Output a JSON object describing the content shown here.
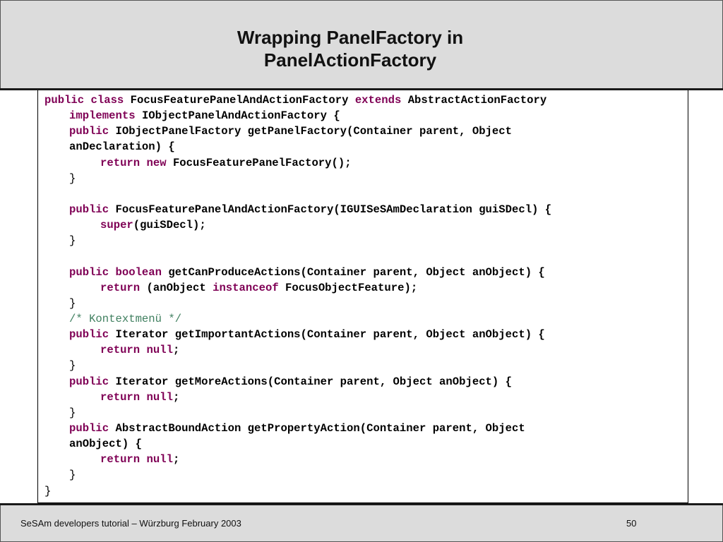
{
  "slide": {
    "title_line1": "Wrapping PanelFactory in",
    "title_line2": "PanelActionFactory"
  },
  "code": {
    "lines": [
      {
        "indent": 0,
        "tokens": [
          {
            "t": "public class ",
            "k": "kw"
          },
          {
            "t": "FocusFeaturePanelAndActionFactory ",
            "k": "tx"
          },
          {
            "t": "extends ",
            "k": "kw"
          },
          {
            "t": "AbstractActionFactory",
            "k": "tx"
          }
        ]
      },
      {
        "indent": 1,
        "tokens": [
          {
            "t": "implements ",
            "k": "kw"
          },
          {
            "t": "IObjectPanelAndActionFactory {",
            "k": "tx"
          }
        ]
      },
      {
        "indent": 1,
        "tokens": [
          {
            "t": "public ",
            "k": "kw"
          },
          {
            "t": "IObjectPanelFactory getPanelFactory(Container parent, Object",
            "k": "tx"
          }
        ]
      },
      {
        "indent": 1,
        "tokens": [
          {
            "t": "anDeclaration) {",
            "k": "tx"
          }
        ]
      },
      {
        "indent": 2,
        "tokens": [
          {
            "t": "return new ",
            "k": "kw"
          },
          {
            "t": "FocusFeaturePanelFactory();",
            "k": "tx"
          }
        ]
      },
      {
        "indent": 1,
        "tokens": [
          {
            "t": "}",
            "k": "br"
          }
        ]
      },
      {
        "indent": 0,
        "tokens": []
      },
      {
        "indent": 1,
        "tokens": [
          {
            "t": "public ",
            "k": "kw"
          },
          {
            "t": "FocusFeaturePanelAndActionFactory(IGUISeSAmDeclaration guiSDecl) {",
            "k": "tx"
          }
        ]
      },
      {
        "indent": 2,
        "tokens": [
          {
            "t": "super",
            "k": "kw"
          },
          {
            "t": "(guiSDecl);",
            "k": "tx"
          }
        ]
      },
      {
        "indent": 1,
        "tokens": [
          {
            "t": "}",
            "k": "br"
          }
        ]
      },
      {
        "indent": 0,
        "tokens": []
      },
      {
        "indent": 1,
        "tokens": [
          {
            "t": "public boolean ",
            "k": "kw"
          },
          {
            "t": "getCanProduceActions(Container parent, Object anObject) {",
            "k": "tx"
          }
        ]
      },
      {
        "indent": 2,
        "tokens": [
          {
            "t": "return ",
            "k": "kw"
          },
          {
            "t": "(anObject ",
            "k": "tx"
          },
          {
            "t": "instanceof ",
            "k": "kw"
          },
          {
            "t": "FocusObjectFeature);",
            "k": "tx"
          }
        ]
      },
      {
        "indent": 1,
        "tokens": [
          {
            "t": "}",
            "k": "br"
          }
        ]
      },
      {
        "indent": 1,
        "tokens": [
          {
            "t": "/* Kontextmenü */",
            "k": "cm"
          }
        ]
      },
      {
        "indent": 1,
        "tokens": [
          {
            "t": "public ",
            "k": "kw"
          },
          {
            "t": "Iterator getImportantActions(Container parent, Object anObject) {",
            "k": "tx"
          }
        ]
      },
      {
        "indent": 2,
        "tokens": [
          {
            "t": "return null",
            "k": "kw"
          },
          {
            "t": ";",
            "k": "tx"
          }
        ]
      },
      {
        "indent": 1,
        "tokens": [
          {
            "t": "}",
            "k": "br"
          }
        ]
      },
      {
        "indent": 1,
        "tokens": [
          {
            "t": "public ",
            "k": "kw"
          },
          {
            "t": "Iterator getMoreActions(Container parent, Object anObject) {",
            "k": "tx"
          }
        ]
      },
      {
        "indent": 2,
        "tokens": [
          {
            "t": "return null",
            "k": "kw"
          },
          {
            "t": ";",
            "k": "tx"
          }
        ]
      },
      {
        "indent": 1,
        "tokens": [
          {
            "t": "}",
            "k": "br"
          }
        ]
      },
      {
        "indent": 1,
        "tokens": [
          {
            "t": "public ",
            "k": "kw"
          },
          {
            "t": "AbstractBoundAction getPropertyAction(Container parent, Object",
            "k": "tx"
          }
        ]
      },
      {
        "indent": 1,
        "tokens": [
          {
            "t": "anObject) {",
            "k": "tx"
          }
        ]
      },
      {
        "indent": 2,
        "tokens": [
          {
            "t": "return null",
            "k": "kw"
          },
          {
            "t": ";",
            "k": "tx"
          }
        ]
      },
      {
        "indent": 1,
        "tokens": [
          {
            "t": "}",
            "k": "br"
          }
        ]
      },
      {
        "indent": 0,
        "tokens": [
          {
            "t": "}",
            "k": "br"
          }
        ]
      }
    ]
  },
  "footer": {
    "text": "SeSAm developers tutorial  – Würzburg February 2003",
    "page_number": "50"
  },
  "colors": {
    "keyword": "#7f0055",
    "comment": "#3f7f5f",
    "header_background": "#dcdcdc"
  }
}
